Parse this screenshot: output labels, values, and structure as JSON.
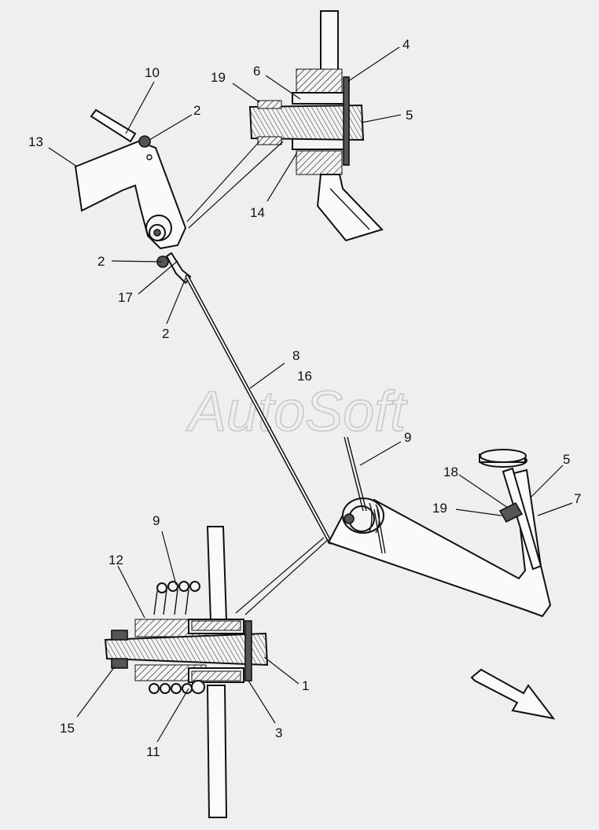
{
  "watermark": "AutoSoft",
  "callouts": {
    "c10": "10",
    "c2a": "2",
    "c13": "13",
    "c19a": "19",
    "c6": "6",
    "c4": "4",
    "c5a": "5",
    "c14": "14",
    "c2b": "2",
    "c17": "17",
    "c2c": "2",
    "c8": "8",
    "c16": "16",
    "c9a": "9",
    "c18": "18",
    "c5b": "5",
    "c7": "7",
    "c19b": "19",
    "c9b": "9",
    "c12": "12",
    "c1": "1",
    "c15": "15",
    "c11": "11",
    "c3": "3"
  },
  "colors": {
    "background": "#efefef",
    "line": "#111111",
    "watermark": "#c9c9c9"
  },
  "icons": {
    "direction": "direction-arrow-icon"
  }
}
